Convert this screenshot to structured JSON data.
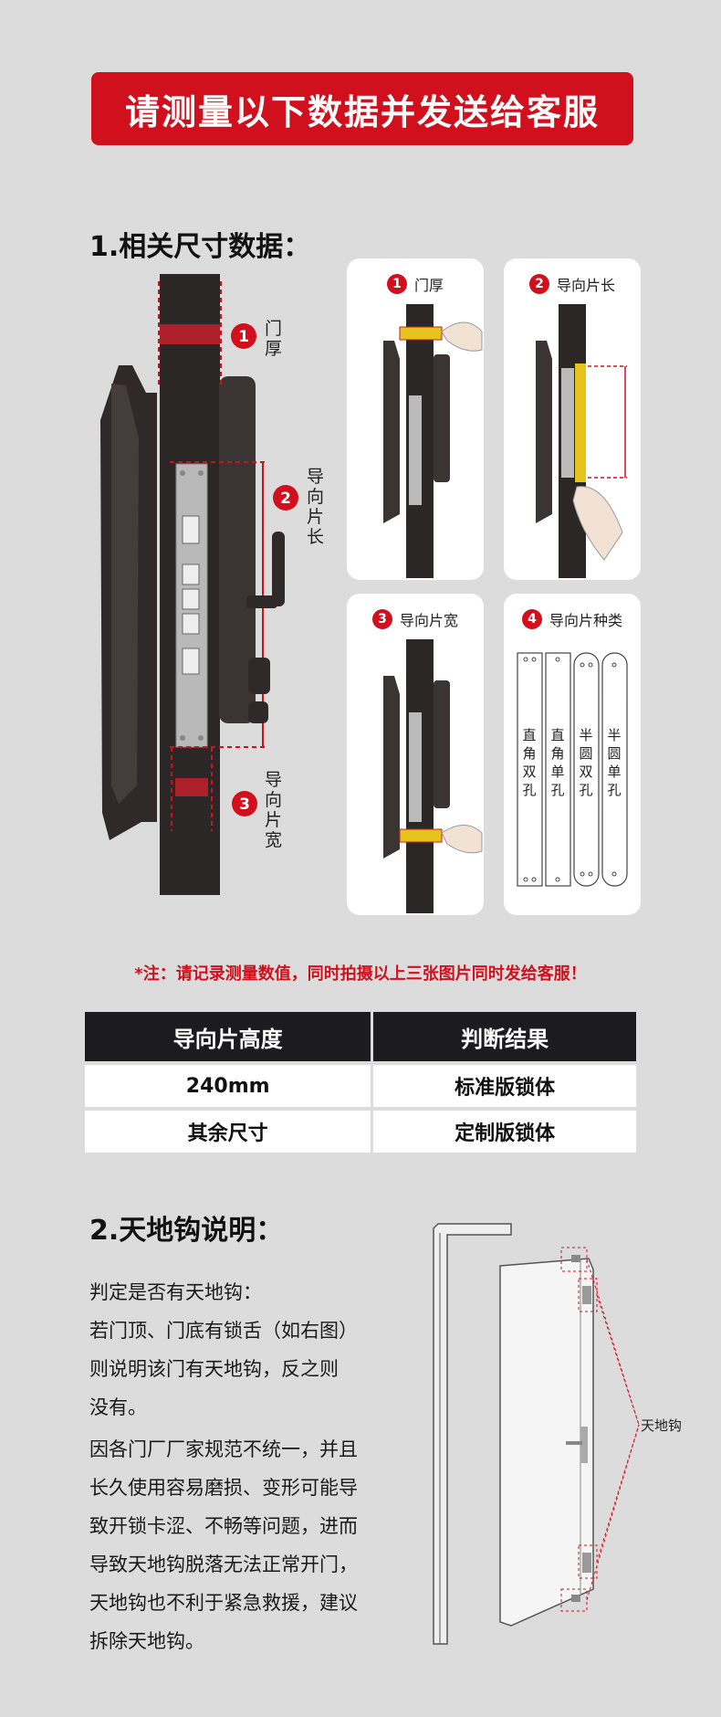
{
  "banner": {
    "title": "请测量以下数据并发送给客服"
  },
  "section1": {
    "title": "1.相关尺寸数据：",
    "diagram_labels": {
      "n1": "1",
      "l1": [
        "门",
        "厚"
      ],
      "n2": "2",
      "l2": [
        "导",
        "向",
        "片",
        "长"
      ],
      "n3": "3",
      "l3": [
        "导",
        "向",
        "片",
        "宽"
      ]
    },
    "cards": [
      {
        "num": "1",
        "label": "门厚"
      },
      {
        "num": "2",
        "label": "导向片长"
      },
      {
        "num": "3",
        "label": "导向片宽"
      },
      {
        "num": "4",
        "label": "导向片种类"
      }
    ],
    "plate_types": [
      [
        "直",
        "角",
        "双",
        "孔"
      ],
      [
        "直",
        "角",
        "单",
        "孔"
      ],
      [
        "半",
        "圆",
        "双",
        "孔"
      ],
      [
        "半",
        "圆",
        "单",
        "孔"
      ]
    ]
  },
  "note": "*注：请记录测量数值，同时拍摄以上三张图片同时发给客服！",
  "table": {
    "headers": [
      "导向片高度",
      "判断结果"
    ],
    "rows": [
      [
        "240mm",
        "标准版锁体"
      ],
      [
        "其余尺寸",
        "定制版锁体"
      ]
    ]
  },
  "section2": {
    "title": "2.天地钩说明：",
    "para1": [
      "判定是否有天地钩：",
      "若门顶、门底有锁舌（如右图）",
      "则说明该门有天地钩，反之则",
      "没有。"
    ],
    "para2": [
      "因各门厂厂家规范不统一，并且",
      "长久使用容易磨损、变形可能导",
      "致开锁卡涩、不畅等问题，进而",
      "导致天地钩脱落无法正常开门，",
      "天地钩也不利于紧急救援，建议",
      "拆除天地钩。"
    ],
    "callout": "天地钩"
  },
  "colors": {
    "accent": "#d0101d",
    "dark": "#1c1c1e",
    "background": "#dcdcdc"
  }
}
